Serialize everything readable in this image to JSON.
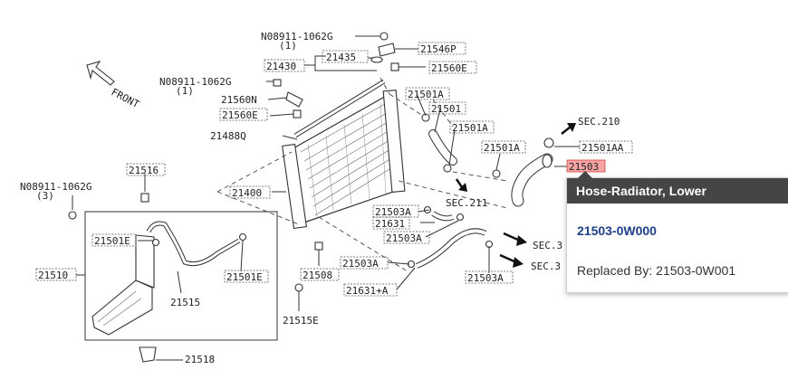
{
  "labels": {
    "l_08911_top": "N08911-1062G",
    "l_08911_top_qty": "(1)",
    "l_21546p": "21546P",
    "l_21430": "21430",
    "l_21435": "21435",
    "l_21560e_top": "21560E",
    "l_08911_mid": "N08911-1062G",
    "l_08911_mid_qty": "(1)",
    "l_front": "FRONT",
    "l_21560n": "21560N",
    "l_21501a_1": "21501A",
    "l_21501": "21501",
    "l_21560e_mid": "21560E",
    "l_21501a_2": "21501A",
    "l_21488q": "21488Q",
    "l_sec210": "SEC.210",
    "l_21501aa": "21501AA",
    "l_21501a_3": "21501A",
    "l_21503": "21503",
    "l_21516": "21516",
    "l_08911_left": "N08911-1062G",
    "l_08911_left_qty": "(3)",
    "l_21400": "21400",
    "l_sec211": "SEC.211",
    "l_21503a_1": "21503A",
    "l_21631": "21631",
    "l_21501e_1": "21501E",
    "l_21503a_2": "21503A",
    "l_sec3_a": "SEC.3",
    "l_21510": "21510",
    "l_21501e_2": "21501E",
    "l_21503a_3": "21503A",
    "l_sec3_b": "SEC.3",
    "l_21508": "21508",
    "l_21503a_4": "21503A",
    "l_21515": "21515",
    "l_21631a": "21631+A",
    "l_21515e": "21515E",
    "l_21518": "21518"
  },
  "tooltip": {
    "title": "Hose-Radiator, Lower",
    "part_number": "21503-0W000",
    "replaced_by": "Replaced By: 21503-0W001"
  },
  "colors": {
    "highlight": "#f5a3a3",
    "tooltip_header": "#454545",
    "part_link": "#1d3f8a"
  }
}
